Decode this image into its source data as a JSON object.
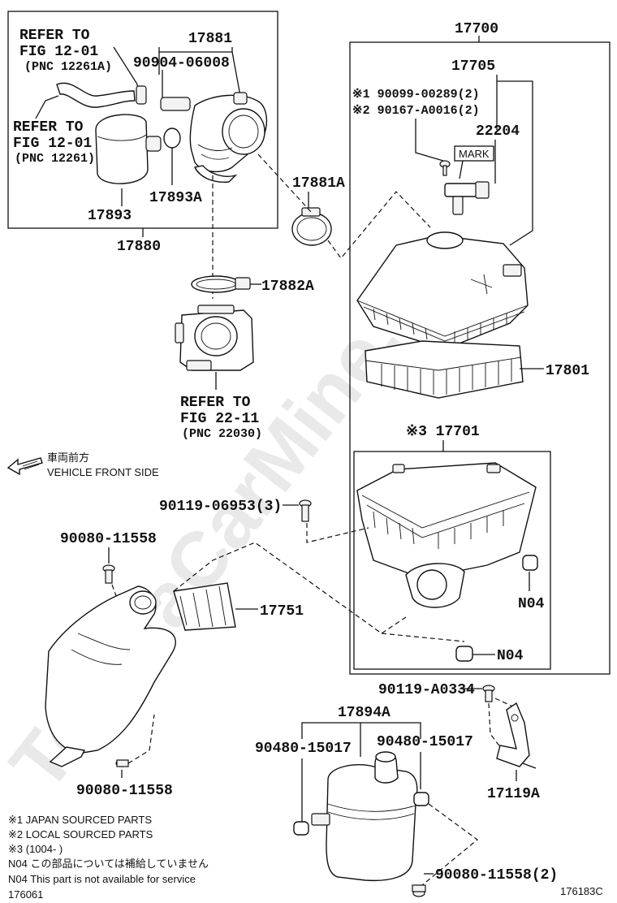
{
  "watermark": "ToyotaCarMine.ru",
  "labels": {
    "p17881": "17881",
    "p90904": "90904-06008",
    "p17893": "17893",
    "p17893A": "17893A",
    "p17880": "17880",
    "p17881A": "17881A",
    "p17882A": "17882A",
    "p17700": "17700",
    "p17705": "17705",
    "p90099": "※1 90099-00289(2)",
    "p90167": "※2 90167-A0016(2)",
    "p22204": "22204",
    "mark": "MARK",
    "p17801": "17801",
    "p17701": "※3 17701",
    "p90119_06953": "90119-06953(3)",
    "p90080_top": "90080-11558",
    "p17751": "17751",
    "n04a": "N04",
    "n04b": "N04",
    "p90119_A0334": "90119-A0334",
    "p17894A": "17894A",
    "p90480_left": "90480-15017",
    "p90480_right": "90480-15017",
    "p90080_bottom": "90080-11558",
    "p17119A": "17119A",
    "p90080_2": "90080-11558(2)"
  },
  "refer_a": {
    "line1": "REFER TO",
    "line2": "FIG 12-01",
    "line3": "(PNC 12261A)"
  },
  "refer_b": {
    "line1": "REFER TO",
    "line2": "FIG 12-01",
    "line3": "(PNC 12261)"
  },
  "refer_c": {
    "line1": "REFER TO",
    "line2": "FIG 22-11",
    "line3": "(PNC 22030)"
  },
  "vehicle_front": {
    "jp": "車両前方",
    "en": "VEHICLE FRONT SIDE"
  },
  "notes": {
    "n1": "※1 JAPAN SOURCED PARTS",
    "n2": "※2 LOCAL SOURCED PARTS",
    "n3": "※3 (1004-      )",
    "n4jp": "N04  この部品については補給していません",
    "n4en": "N04  This part is not available for service"
  },
  "footer": {
    "left_code": "176061",
    "right_code": "176183C"
  }
}
